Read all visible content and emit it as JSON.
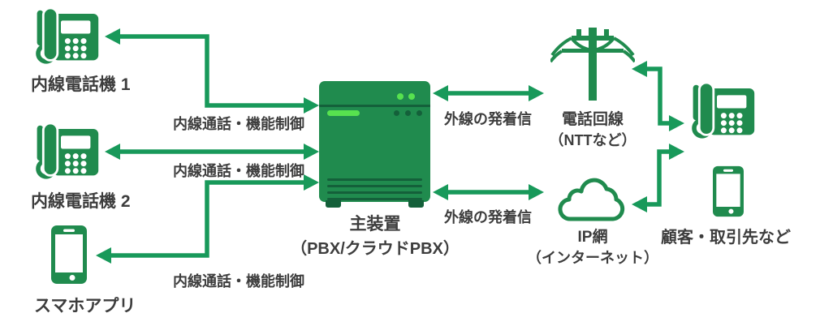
{
  "diagram": {
    "colors": {
      "arrow": "#18995a",
      "icon": "#208b4e",
      "icon_bright": "#57e24f",
      "icon_dark": "#14603a",
      "text": "#3d3d3d",
      "background": "#ffffff"
    },
    "nodes": {
      "extension_phone_1": {
        "label": "内線電話機 1"
      },
      "extension_phone_2": {
        "label": "内線電話機 2"
      },
      "smartphone_app": {
        "label": "スマホアプリ"
      },
      "main_unit": {
        "name": "主装置",
        "subtitle": "（PBX/クラウドPBX）"
      },
      "phone_line": {
        "name": "電話回線",
        "subtitle": "（NTTなど）"
      },
      "ip_network": {
        "name": "IP網",
        "subtitle": "（インターネット）"
      },
      "customers": {
        "label": "顧客・取引先など"
      }
    },
    "edges": {
      "pbx_phone1": {
        "label": "内線通話・機能制御"
      },
      "pbx_phone2": {
        "label": "内線通話・機能制御"
      },
      "pbx_smartphone": {
        "label": "内線通話・機能制御"
      },
      "pbx_phone_line": {
        "label": "外線の発着信"
      },
      "pbx_ip_network": {
        "label": "外線の発着信"
      }
    }
  }
}
